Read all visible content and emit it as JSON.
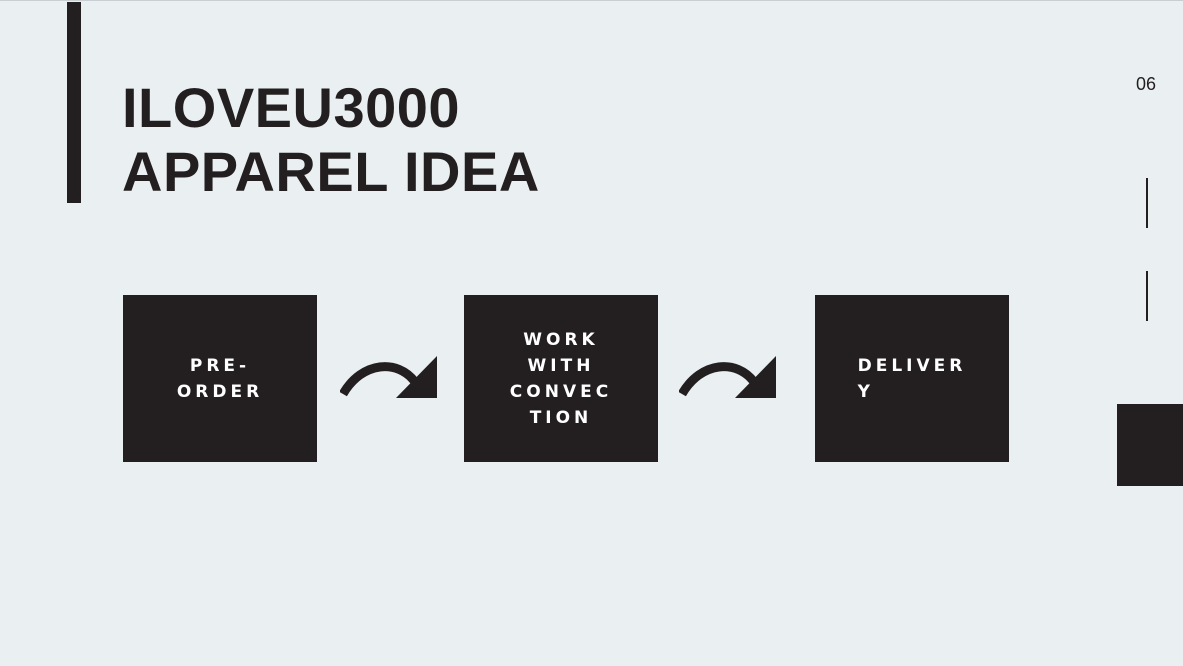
{
  "slide": {
    "title_lines": [
      "ILOVEU3000",
      "APPAREL IDEA"
    ],
    "page_number": "06"
  },
  "flow": {
    "steps": [
      {
        "lines": [
          "PRE-",
          "ORDER"
        ]
      },
      {
        "lines": [
          "WORK",
          "WITH",
          "CONVEC",
          "TION"
        ]
      },
      {
        "lines": [
          "DELIVER",
          "Y"
        ]
      }
    ],
    "arrow_icon": "curved-arrow-right-icon"
  },
  "colors": {
    "background": "#eaeff2",
    "dark": "#231f20",
    "text_on_dark": "#ffffff"
  }
}
